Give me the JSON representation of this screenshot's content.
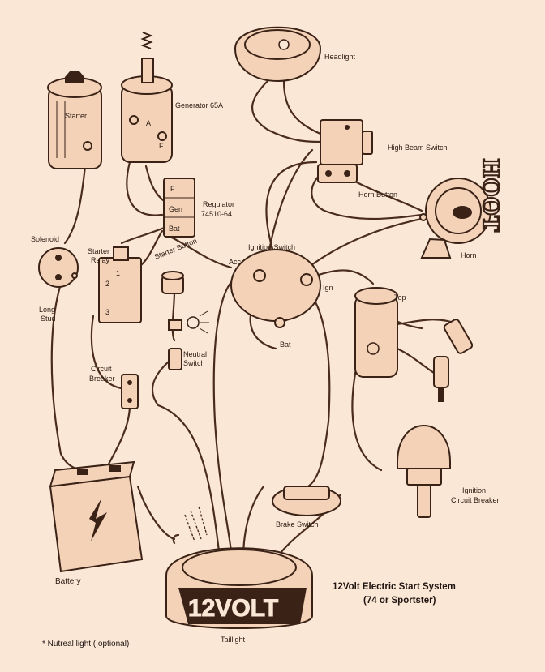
{
  "labels": {
    "starter": "Starter",
    "generator": "Generator 65A",
    "gen_a": "A",
    "gen_f": "F",
    "headlight": "Headlight",
    "high_beam_switch": "High Beam Switch",
    "horn_button": "Horn Button",
    "regulator": "Regulator",
    "regulator_model": "74510-64",
    "reg_f": "F",
    "reg_gen": "Gen",
    "reg_bat": "Bat",
    "horn": "Horn",
    "hoot": "HOOT",
    "solenoid": "Solenoid",
    "starter_relay_1": "Starter",
    "starter_relay_2": "Relay",
    "relay_1": "1",
    "relay_2": "2",
    "relay_3": "3",
    "starter_button": "Starter Button",
    "ignition_switch": "Ignition Switch",
    "acc": "Acc",
    "ign": "Ign",
    "bat": "Bat",
    "top": "Top",
    "long_stud_1": "Long",
    "long_stud_2": "Stud",
    "neutral_switch_1": "Neutral",
    "neutral_switch_2": "Switch",
    "circuit_breaker_1": "Circuit",
    "circuit_breaker_2": "Breaker",
    "ignition_cb_1": "Ignition",
    "ignition_cb_2": "Circuit Breaker",
    "brake_switch": "Brake Switch",
    "battery": "Battery",
    "taillight": "Taillight",
    "taillight_badge": "12VOLT",
    "title_line1": "12Volt Electric Start System",
    "title_line2": "(74 or Sportster)",
    "footnote": "* Nutreal light ( optional)"
  }
}
